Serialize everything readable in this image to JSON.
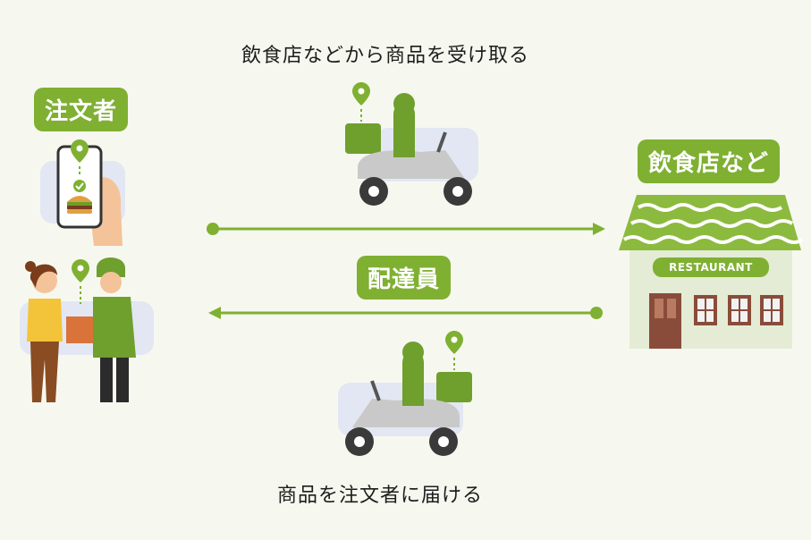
{
  "diagram": {
    "caption_top": "飲食店などから商品を受け取る",
    "caption_bottom": "商品を注文者に届ける",
    "label_orderer": "注文者",
    "label_restaurant": "飲食店など",
    "label_courier": "配達員",
    "restaurant_sign": "RESTAURANT"
  },
  "colors": {
    "accent": "#7fb032",
    "jacket": "#6f9f2d",
    "scooter": "#c9c9c9",
    "background": "#f6f8ef"
  }
}
